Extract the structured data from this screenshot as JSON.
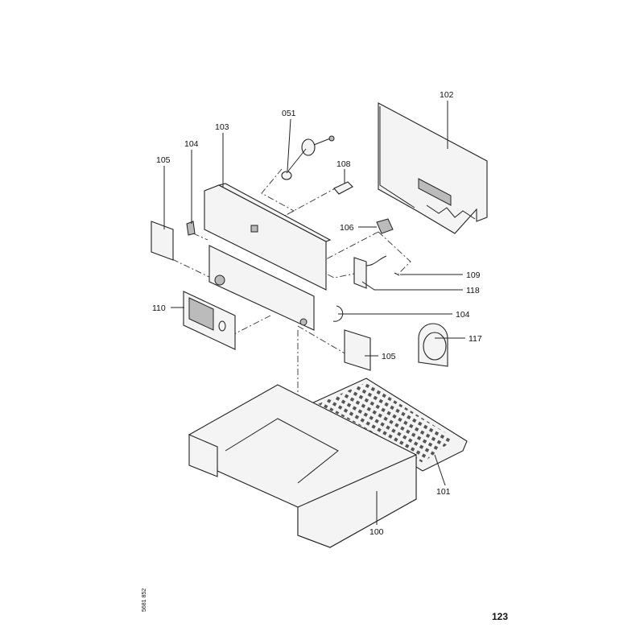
{
  "diagram": {
    "labels": {
      "p051": "051",
      "p102": "102",
      "p103": "103",
      "p104a": "104",
      "p105a": "105",
      "p108": "108",
      "p106": "106",
      "p109": "109",
      "p118": "118",
      "p110": "110",
      "p104b": "104",
      "p105b": "105",
      "p117": "117",
      "p101": "101",
      "p100": "100"
    },
    "page_number": "123",
    "document_number": "5681 852"
  }
}
